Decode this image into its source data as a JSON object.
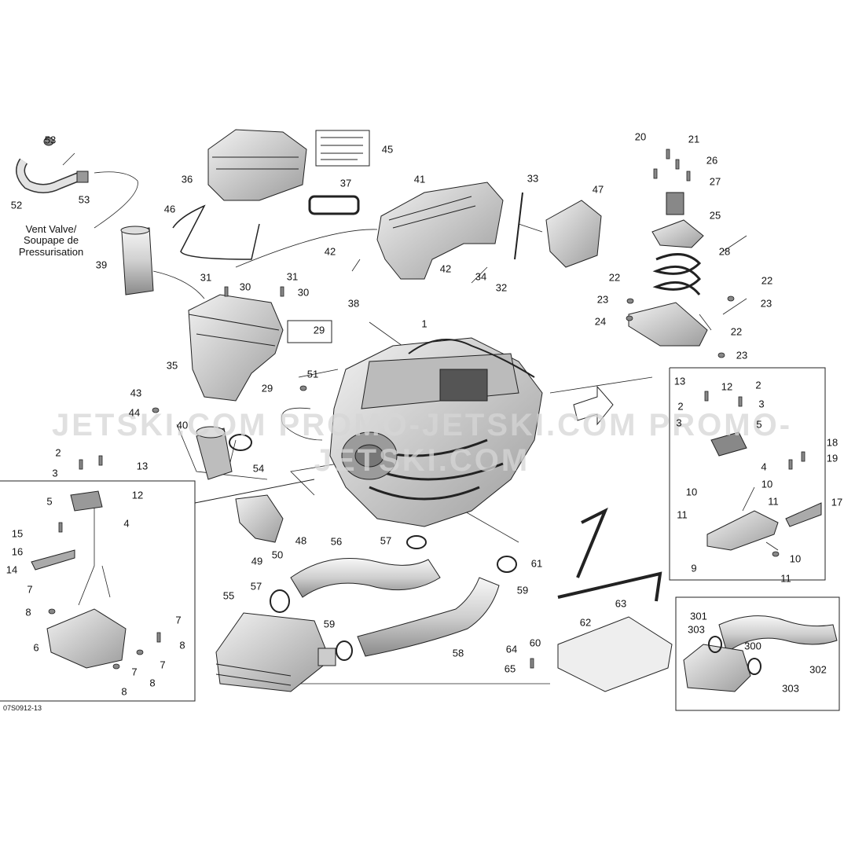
{
  "callouts": [
    "1",
    "2",
    "3",
    "4",
    "5",
    "6",
    "7",
    "8",
    "9",
    "10",
    "11",
    "12",
    "13",
    "14",
    "15",
    "16",
    "17",
    "18",
    "19",
    "20",
    "21",
    "22",
    "23",
    "24",
    "25",
    "26",
    "27",
    "28",
    "29",
    "30",
    "31",
    "32",
    "33",
    "34",
    "35",
    "36",
    "37",
    "38",
    "39",
    "40",
    "41",
    "42",
    "43",
    "44",
    "45",
    "46",
    "47",
    "48",
    "49",
    "50",
    "51",
    "52",
    "53",
    "54",
    "55",
    "56",
    "57",
    "58",
    "59",
    "60",
    "61",
    "62",
    "63",
    "64",
    "65",
    "300",
    "301",
    "302",
    "303"
  ],
  "annotation": {
    "line1": "Vent Valve/",
    "line2": "Soupape de",
    "line3": "Pressurisation"
  },
  "figure_id": "07S0912-13",
  "watermark": "JETSKI.COM   PROMO-JETSKI.COM   PROMO-JETSKI.COM",
  "colors": {
    "line": "#222222",
    "fill": "#e9e9e9",
    "shade": "#b5b5b5",
    "dark": "#6e6e6e",
    "watermark": "#d6d6d6"
  }
}
